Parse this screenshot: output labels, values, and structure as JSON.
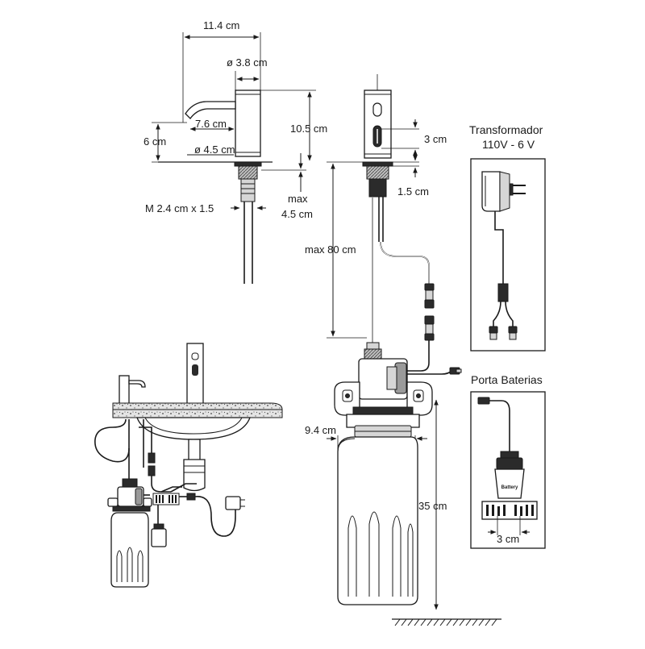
{
  "dimensions": {
    "total_length": "11.4 cm",
    "head_diameter": "ø 3.8 cm",
    "spout_length": "7.6 cm",
    "height": "10.5 cm",
    "spout_height": "6 cm",
    "base_diameter": "ø 4.5 cm",
    "thread": "M 2.4 cm x 1.5",
    "max_thickness_line1": "max",
    "max_thickness_line2": "4.5 cm",
    "sensor_window": "3 cm",
    "base_ring": "1.5 cm",
    "max_hose": "max 80 cm",
    "reservoir_width": "9.4 cm",
    "reservoir_height": "35 cm",
    "battery_spacing": "3 cm"
  },
  "transformer": {
    "title_line1": "Transformador",
    "title_line2": "110V - 6 V"
  },
  "battery_holder": {
    "title": "Porta Baterias",
    "battery_label": "Battery"
  },
  "colors": {
    "ink": "#1a1a1a",
    "dark_fill": "#2b2b2b",
    "grey_fill": "#9a9a9a",
    "light_fill": "#d6d6d6"
  }
}
